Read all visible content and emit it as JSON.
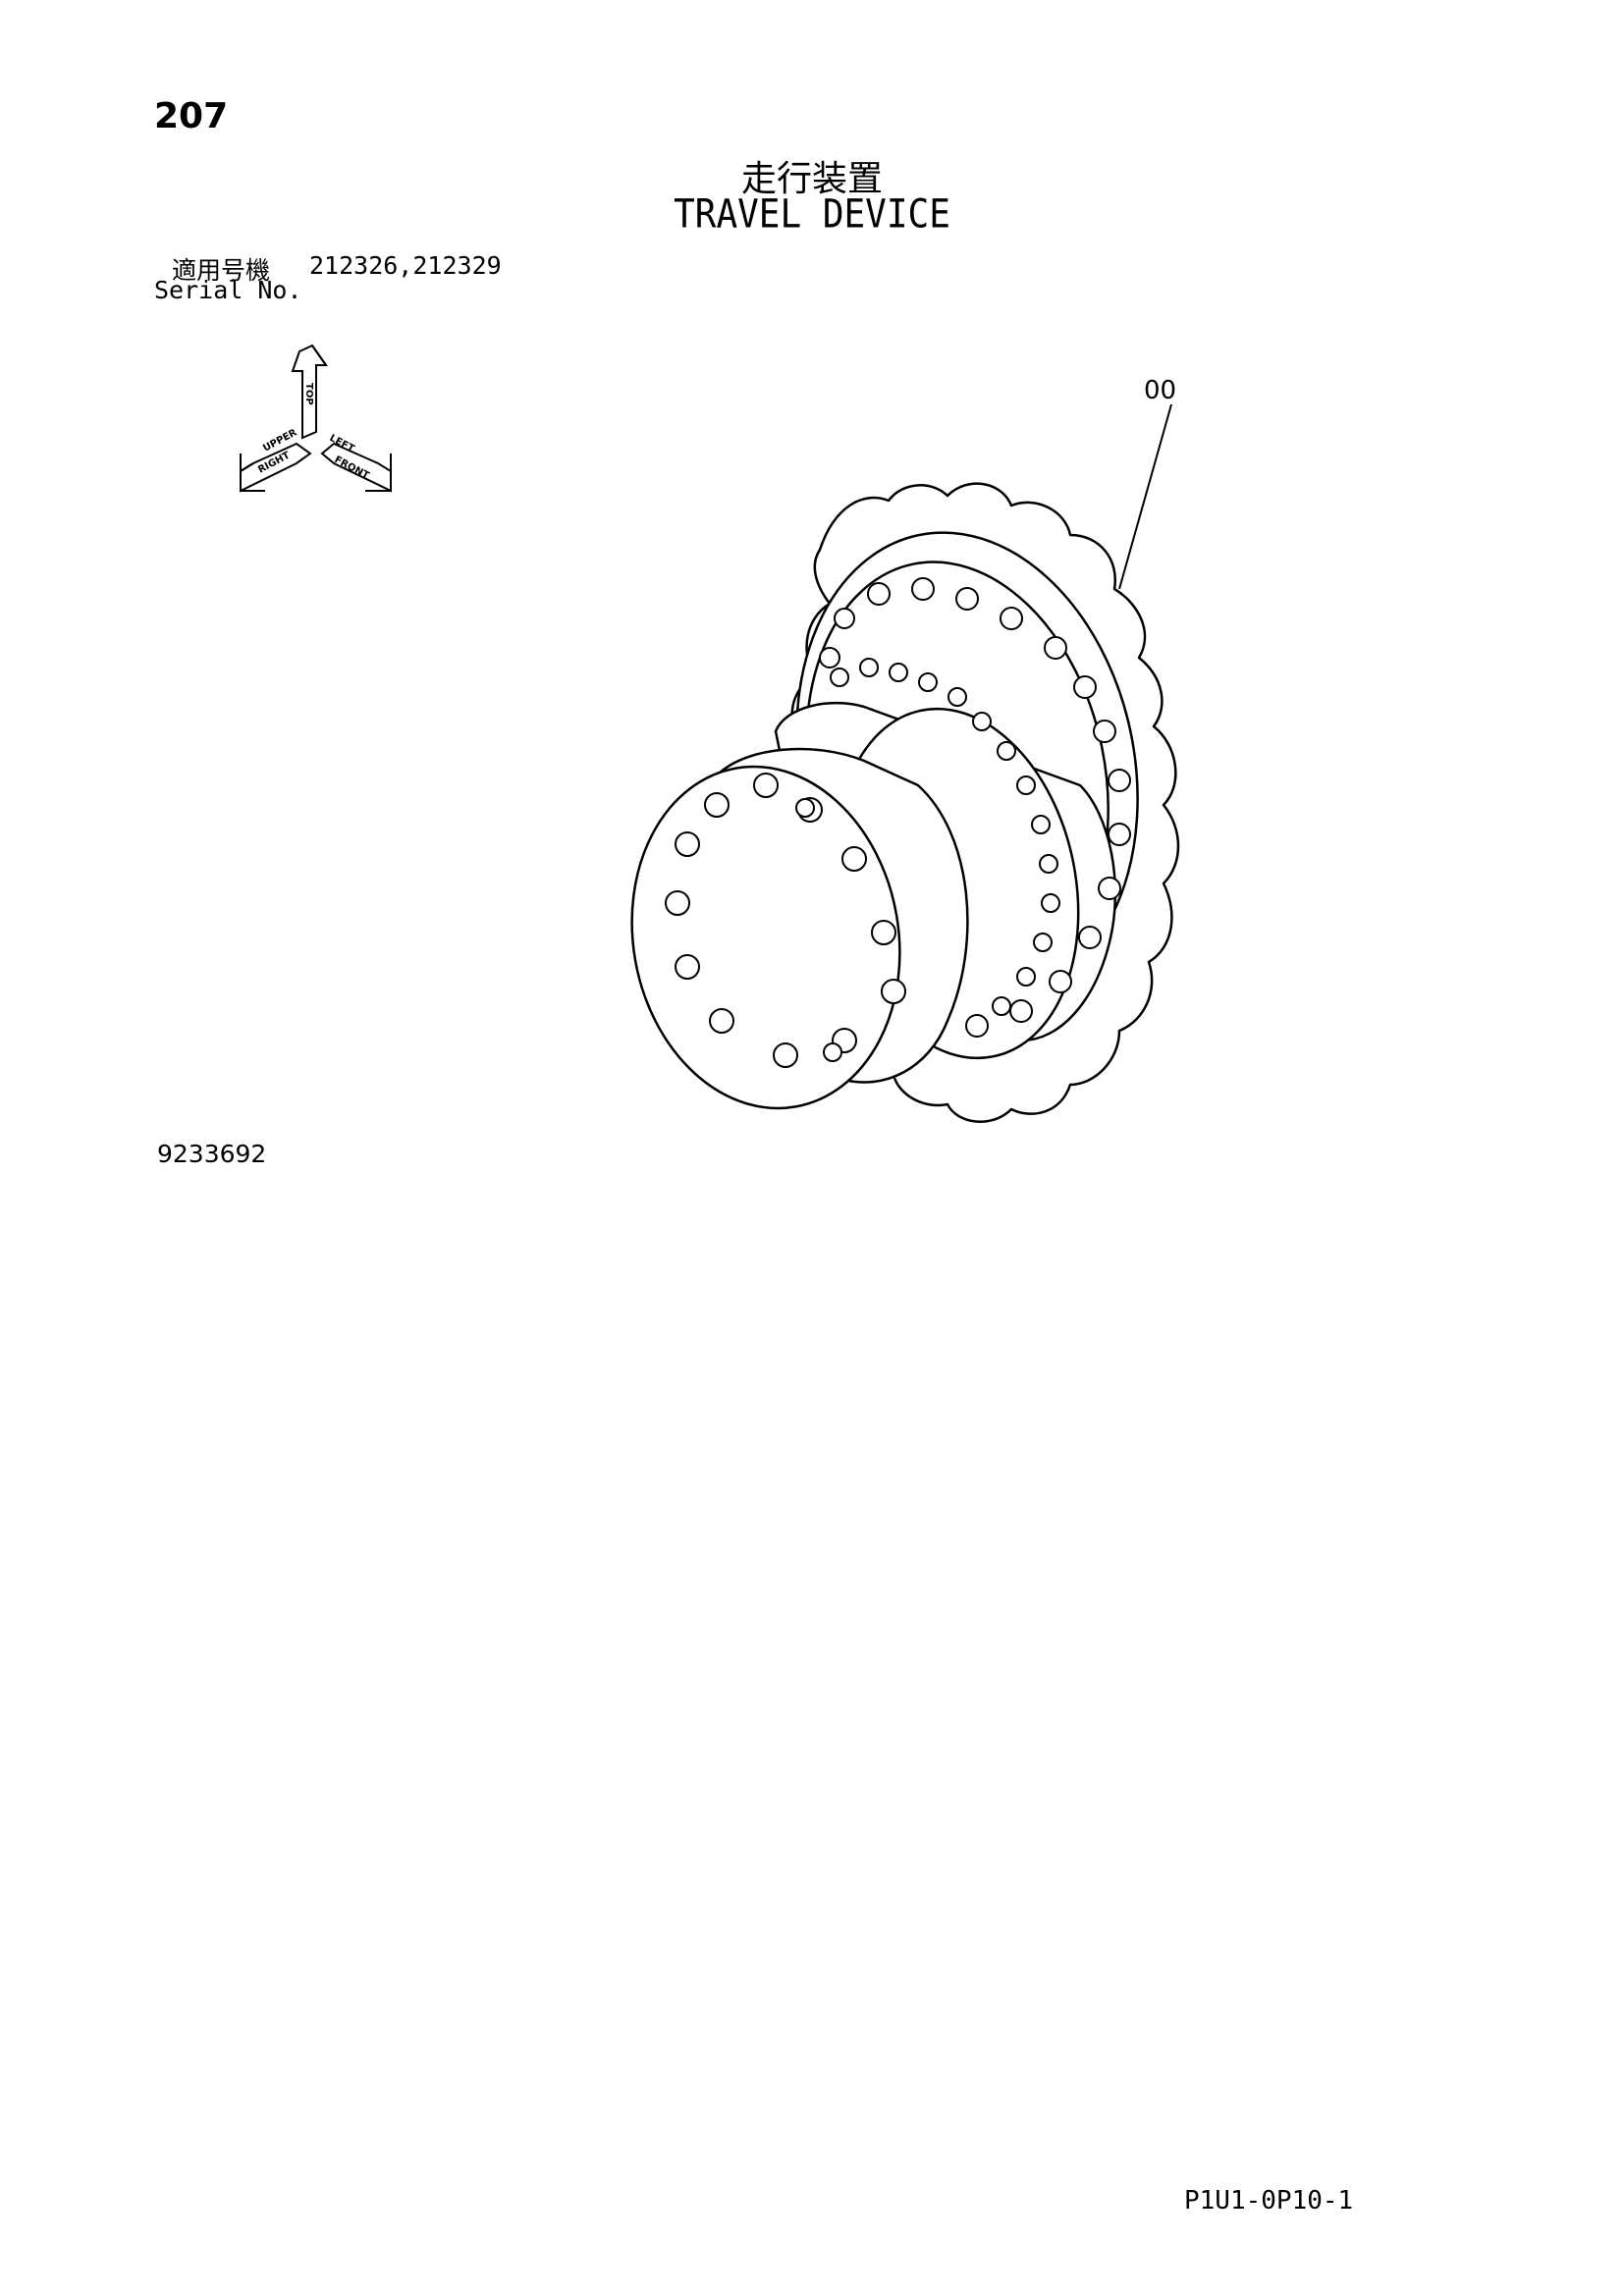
{
  "page": {
    "number": "207",
    "title_jp": "走行装置",
    "title_en": "TRAVEL DEVICE",
    "serial_label_jp": "適用号機",
    "serial_values": "212326,212329",
    "serial_label_en": "Serial No.",
    "drawing_number": "9233692",
    "page_code": "P1U1-0P10-1"
  },
  "orientation_icon": {
    "labels": [
      "TOP",
      "UPPER",
      "LEFT",
      "RIGHT",
      "FRONT"
    ]
  },
  "callout": {
    "part_number": "00"
  }
}
